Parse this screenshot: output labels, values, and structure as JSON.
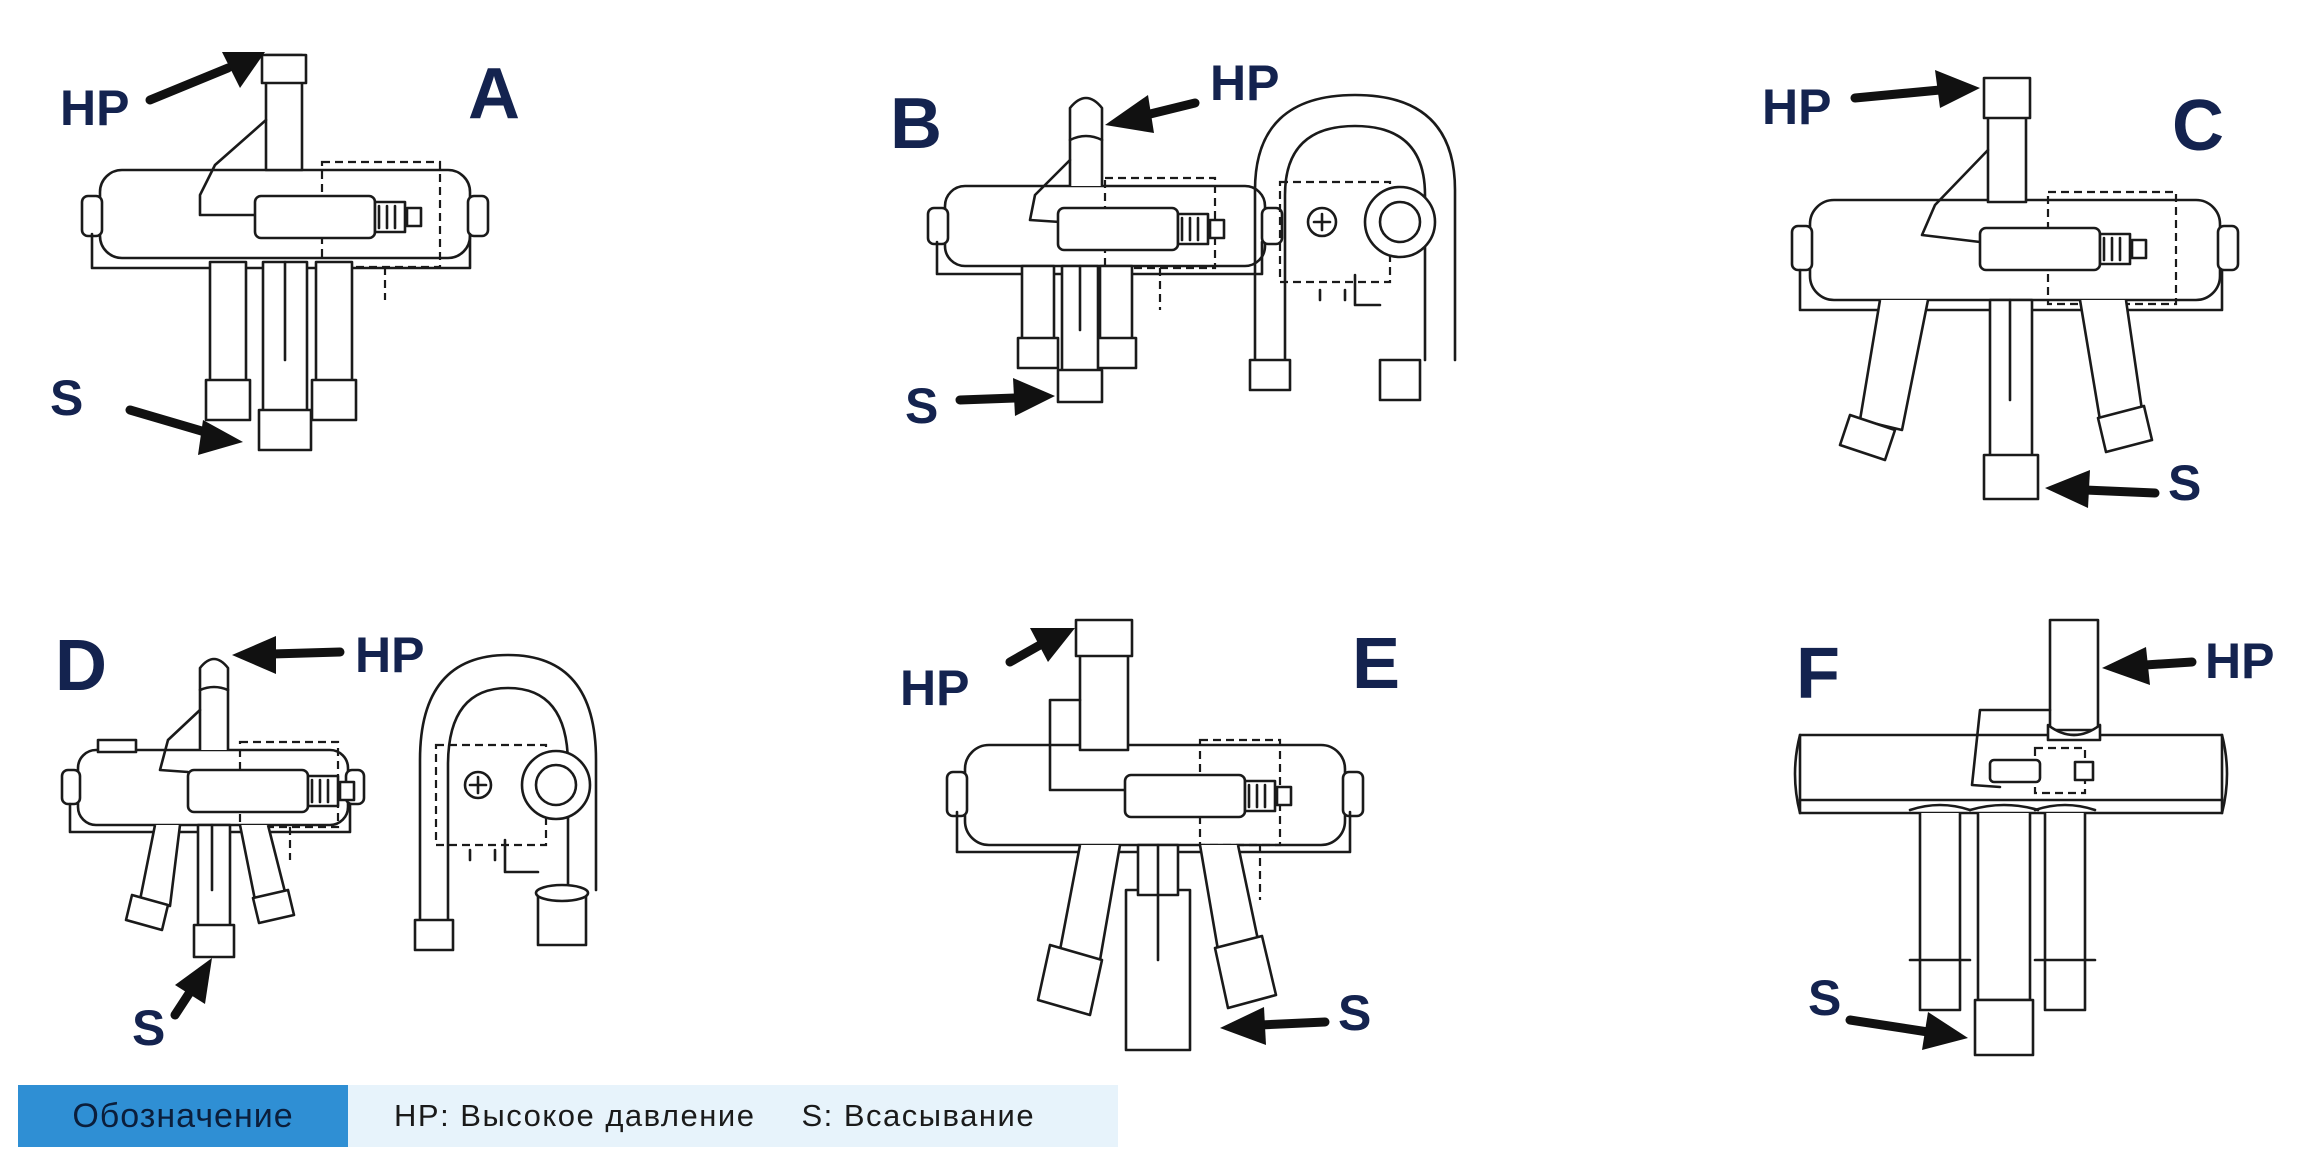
{
  "variants": [
    {
      "letter": "A",
      "hp": "HP",
      "s": "S"
    },
    {
      "letter": "B",
      "hp": "HP",
      "s": "S"
    },
    {
      "letter": "C",
      "hp": "HP",
      "s": "S"
    },
    {
      "letter": "D",
      "hp": "HP",
      "s": "S"
    },
    {
      "letter": "E",
      "hp": "HP",
      "s": "S"
    },
    {
      "letter": "F",
      "hp": "HP",
      "s": "S"
    }
  ],
  "legend": {
    "title": "Обозначение",
    "hp_text": "HP: Высокое давление",
    "s_text": "S: Всасывание"
  },
  "colors": {
    "legend_title_bg": "#2f8fd4",
    "legend_bg": "#e7f3fb",
    "label_color": "#14234f"
  }
}
